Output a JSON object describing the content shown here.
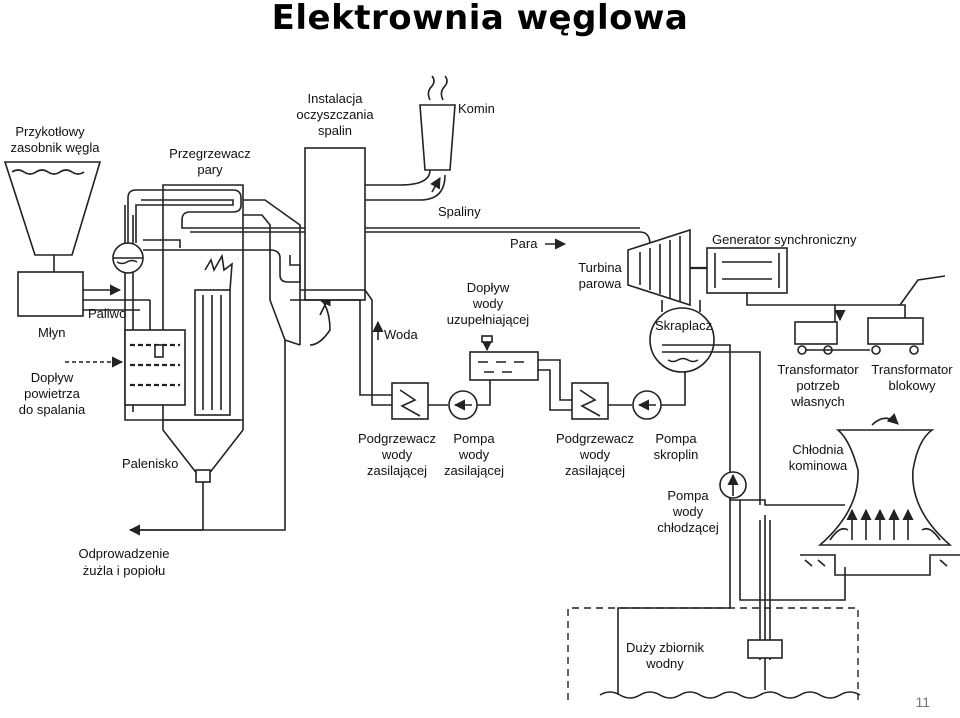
{
  "title": "Elektrownia węglowa",
  "slide_number": "11",
  "labels": {
    "komin": "Komin",
    "instalacja": [
      "Instalacja",
      "oczyszczania",
      "spalin"
    ],
    "zasobnik": [
      "Przykotłowy",
      "zasobnik węgla"
    ],
    "przegrzewacz": [
      "Przegrzewacz",
      "pary"
    ],
    "spaliny": "Spaliny",
    "para": "Para",
    "generator": "Generator synchroniczny",
    "turbina": [
      "Turbina",
      "parowa"
    ],
    "mlyn": "Młyn",
    "paliwo": "Paliwo",
    "doplyw_wody": [
      "Dopływ",
      "wody",
      "uzupełniającej"
    ],
    "woda": "Woda",
    "skraplacz": "Skraplacz",
    "doplyw_powietrza": [
      "Dopływ",
      "powietrza",
      "do spalania"
    ],
    "transformator_potrzeb": [
      "Transformator",
      "potrzeb",
      "własnych"
    ],
    "transformator_blokowy": [
      "Transformator",
      "blokowy"
    ],
    "podgrzewacz_1": [
      "Podgrzewacz",
      "wody",
      "zasilającej"
    ],
    "pompa_zasilajaca": [
      "Pompa",
      "wody",
      "zasilającej"
    ],
    "podgrzewacz_2": [
      "Podgrzewacz",
      "wody",
      "zasilającej"
    ],
    "pompa_skroplin": [
      "Pompa",
      "skroplin"
    ],
    "chlodnia": [
      "Chłodnia",
      "kominowa"
    ],
    "palenisko": "Palenisko",
    "pompa_chlodzacej": [
      "Pompa",
      "wody",
      "chłodzącej"
    ],
    "odprowadzenie": [
      "Odprowadzenie",
      "żużla i popiołu"
    ],
    "zbiornik": [
      "Duży zbiornik",
      "wodny"
    ]
  }
}
